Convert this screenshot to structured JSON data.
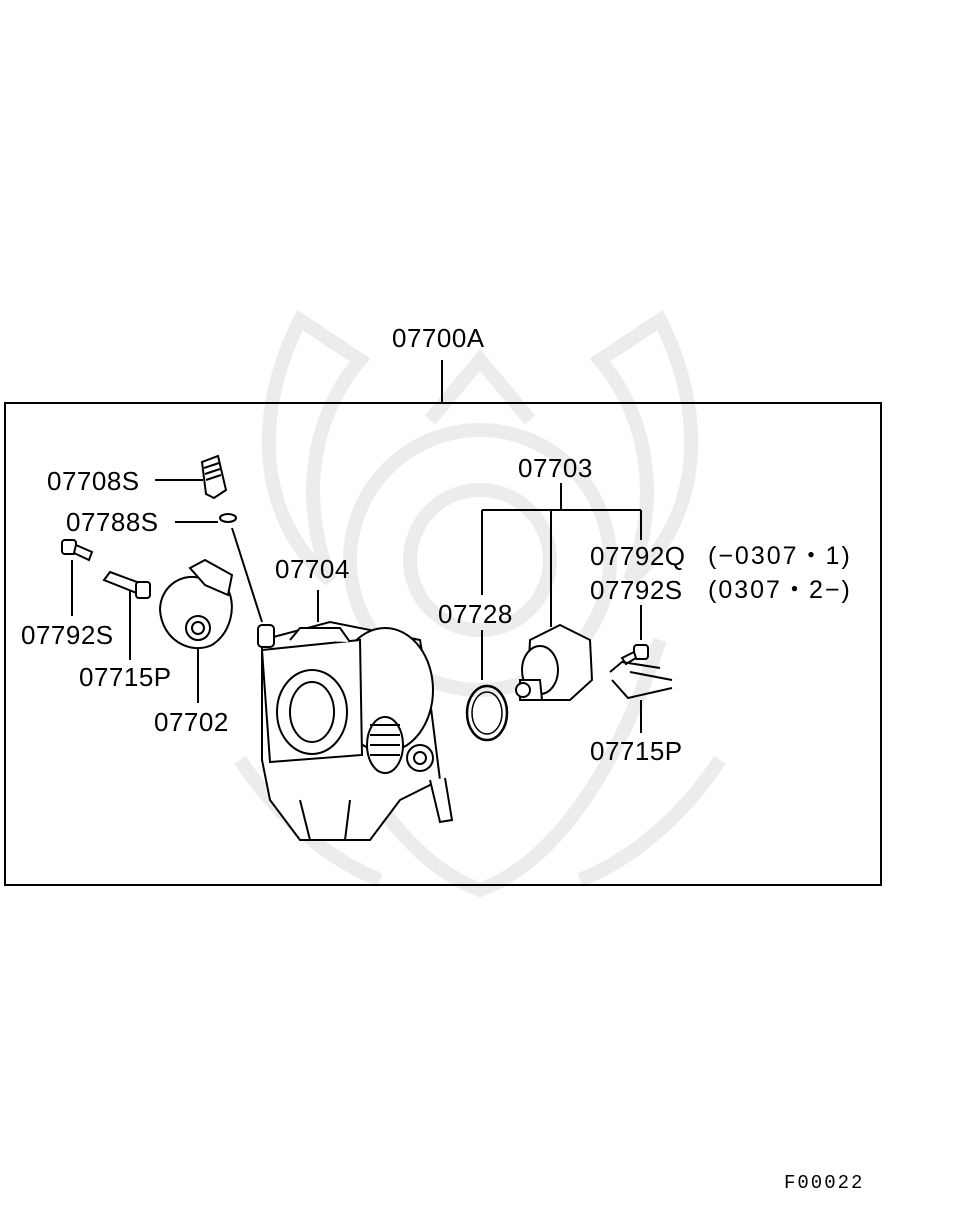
{
  "diagram": {
    "assembly_label": "07700A",
    "figure_code": "F00022",
    "callouts": {
      "p07708S": "07708S",
      "p07788S": "07788S",
      "p07792S_left": "07792S",
      "p07715P_left": "07715P",
      "p07702": "07702",
      "p07704": "07704",
      "p07703": "07703",
      "p07728": "07728",
      "p07792Q": "07792Q",
      "p07792S_right": "07792S",
      "p07715P_right": "07715P"
    },
    "notes": {
      "q_range": "(−0307・1)",
      "s_range": "(0307・2−)"
    }
  }
}
